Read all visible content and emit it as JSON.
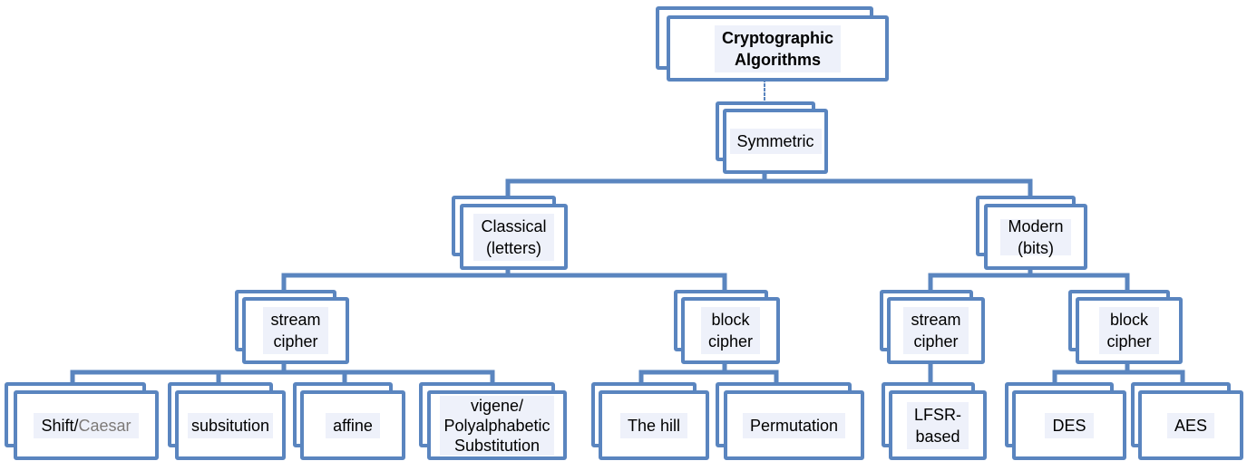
{
  "diagram": {
    "nodes": {
      "root": "Cryptographic\nAlgorithms",
      "symmetric": "Symmetric",
      "classical": "Classical\n(letters)",
      "modern": "Modern\n\n(bits)",
      "classical_stream": "stream\ncipher",
      "classical_block": "block\ncipher",
      "modern_stream": "stream\ncipher",
      "modern_block": "block\ncipher",
      "shift_prefix": "Shift/",
      "shift_accent": "Caesar",
      "substitution": "subsitution",
      "affine": "affine",
      "vigenere": "vigene/\nPolyalphabetic\nSubstitution",
      "hill": "The hill",
      "permutation": "Permutation",
      "lfsr": "LFSR-\nbased",
      "des": "DES",
      "aes": "AES"
    },
    "colors": {
      "box_border": "#5a85bf",
      "connector": "#5a85bf",
      "label_fill": "#eef1fa",
      "accent_text": "#7d7a78"
    }
  }
}
